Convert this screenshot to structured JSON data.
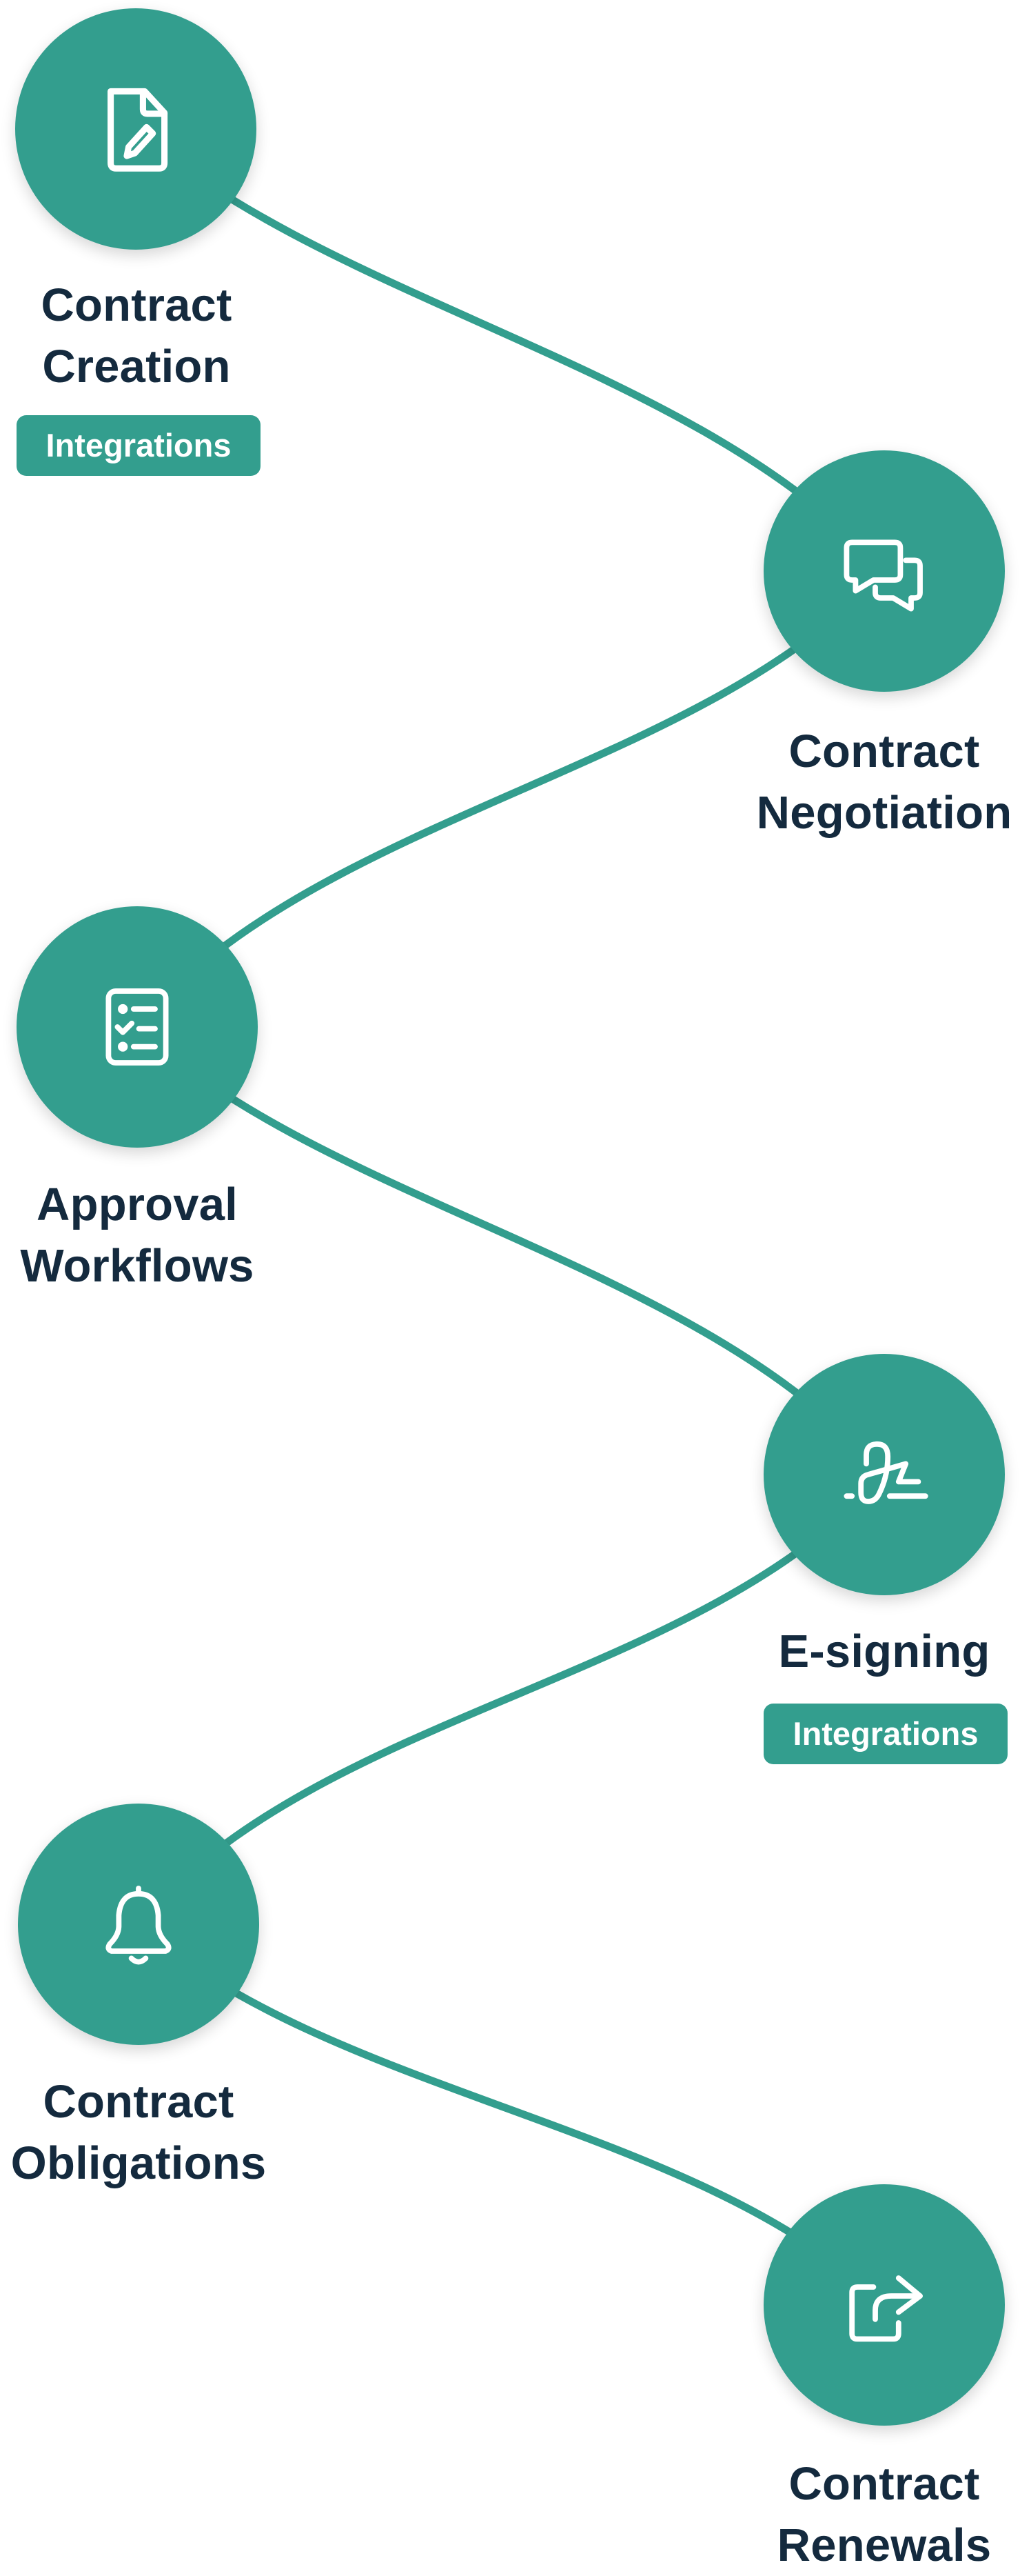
{
  "colors": {
    "accent": "#339E8E",
    "text": "#142A3E",
    "background": "#FFFFFF",
    "icon": "#FFFFFF"
  },
  "steps": [
    {
      "id": "contract-creation",
      "icon": "document-edit-icon",
      "lines": [
        "Contract",
        "Creation"
      ],
      "badge": "Integrations"
    },
    {
      "id": "contract-negotiation",
      "icon": "chat-bubbles-icon",
      "lines": [
        "Contract",
        "Negotiation"
      ],
      "badge": null
    },
    {
      "id": "approval-workflows",
      "icon": "checklist-icon",
      "lines": [
        "Approval",
        "Workflows"
      ],
      "badge": null
    },
    {
      "id": "e-signing",
      "icon": "signature-icon",
      "lines": [
        "E-signing"
      ],
      "badge": "Integrations"
    },
    {
      "id": "contract-obligations",
      "icon": "bell-icon",
      "lines": [
        "Contract",
        "Obligations"
      ],
      "badge": null
    },
    {
      "id": "contract-renewals",
      "icon": "share-arrow-icon",
      "lines": [
        "Contract",
        "Renewals"
      ],
      "badge": null
    }
  ]
}
